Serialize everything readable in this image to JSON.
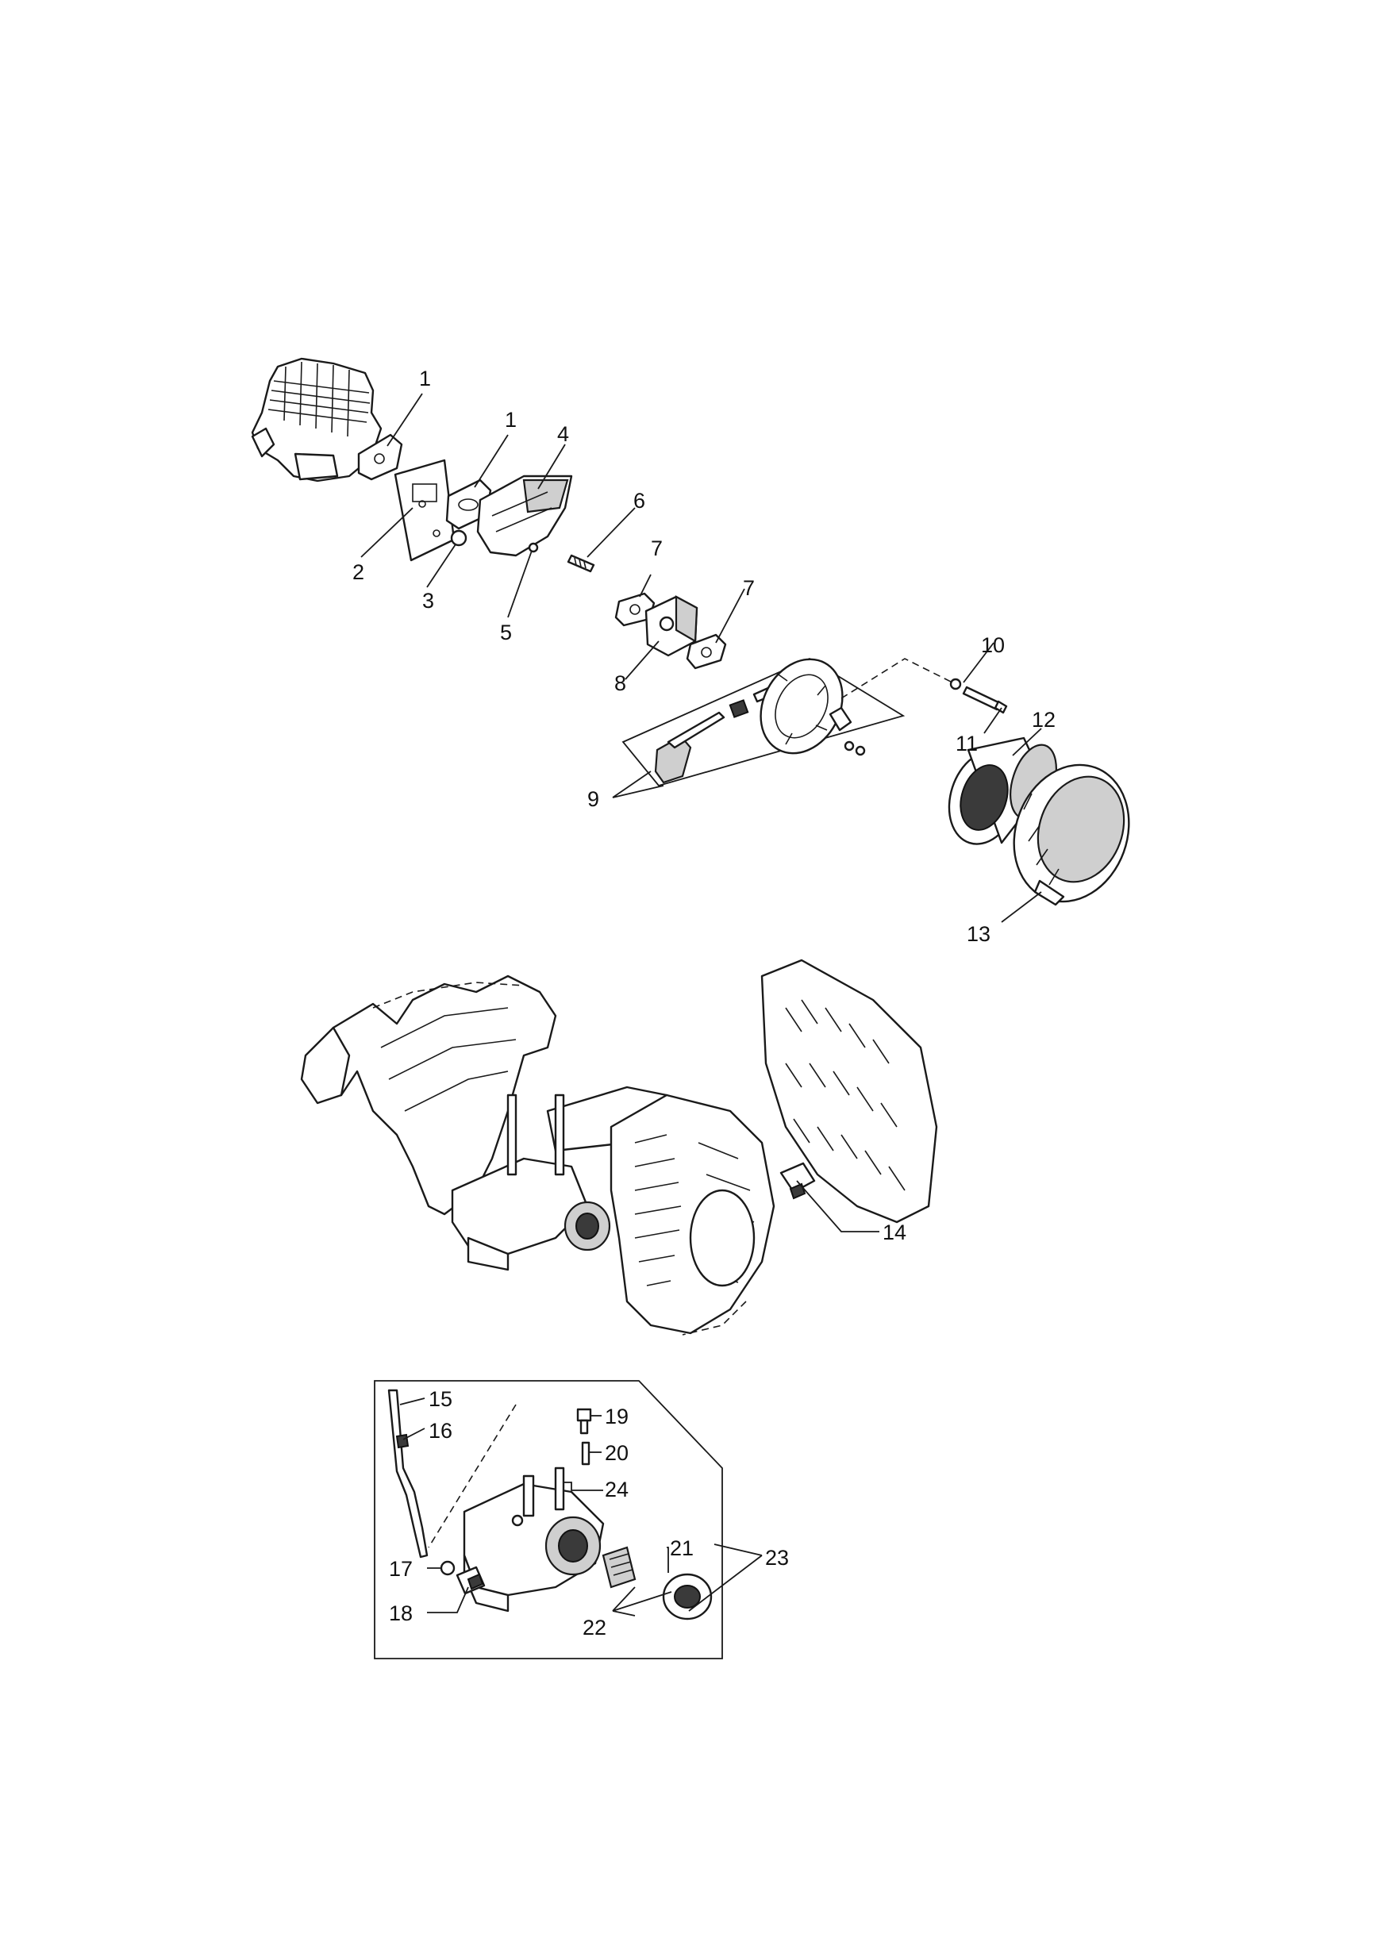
{
  "callouts": {
    "c1a": "1",
    "c1b": "1",
    "c2": "2",
    "c3": "3",
    "c4": "4",
    "c5": "5",
    "c6": "6",
    "c7a": "7",
    "c7b": "7",
    "c8": "8",
    "c9": "9",
    "c10": "10",
    "c11": "11",
    "c12": "12",
    "c13": "13",
    "c14": "14",
    "c15": "15",
    "c16": "16",
    "c17": "17",
    "c18": "18",
    "c19": "19",
    "c20": "20",
    "c21": "21",
    "c22": "22",
    "c23": "23",
    "c24": "24"
  },
  "colors": {
    "ink": "#1a1a1a",
    "paper": "#ffffff",
    "shade": "#3a3a3a"
  }
}
